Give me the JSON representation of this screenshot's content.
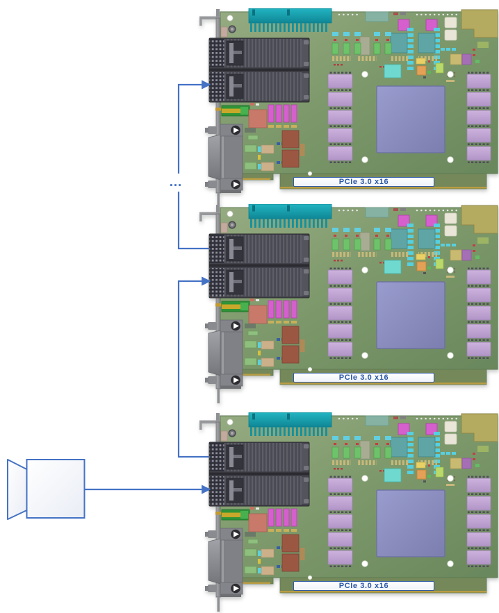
{
  "diagram": {
    "ellipsis": "…",
    "camera": {
      "icon": "video-camera-icon"
    },
    "cards": [
      {
        "name": "pcie-card-1",
        "slot_label": "PCIe 3.0 x16"
      },
      {
        "name": "pcie-card-2",
        "slot_label": "PCIe 3.0 x16"
      },
      {
        "name": "pcie-card-3",
        "slot_label": "PCIe 3.0 x16"
      }
    ],
    "colors": {
      "link_blue": "#4472C4",
      "slot_label_text": "#2A57A6",
      "slot_label_border": "#2E5CA7",
      "slot_label_bg": "#FFFFFF",
      "pcb_green": "#7E9A6C",
      "fpga_violet": "#8D90C3",
      "memory_lavender": "#C2A5D5",
      "capacitor_magenta": "#D55FCD",
      "io_header_teal": "#18A9B6",
      "connector_cage_gray": "#43434B",
      "bracket_gray": "#97989B",
      "corner_connector_khaki": "#B5AB60",
      "aqua_chip": "#6FD8CF"
    }
  }
}
